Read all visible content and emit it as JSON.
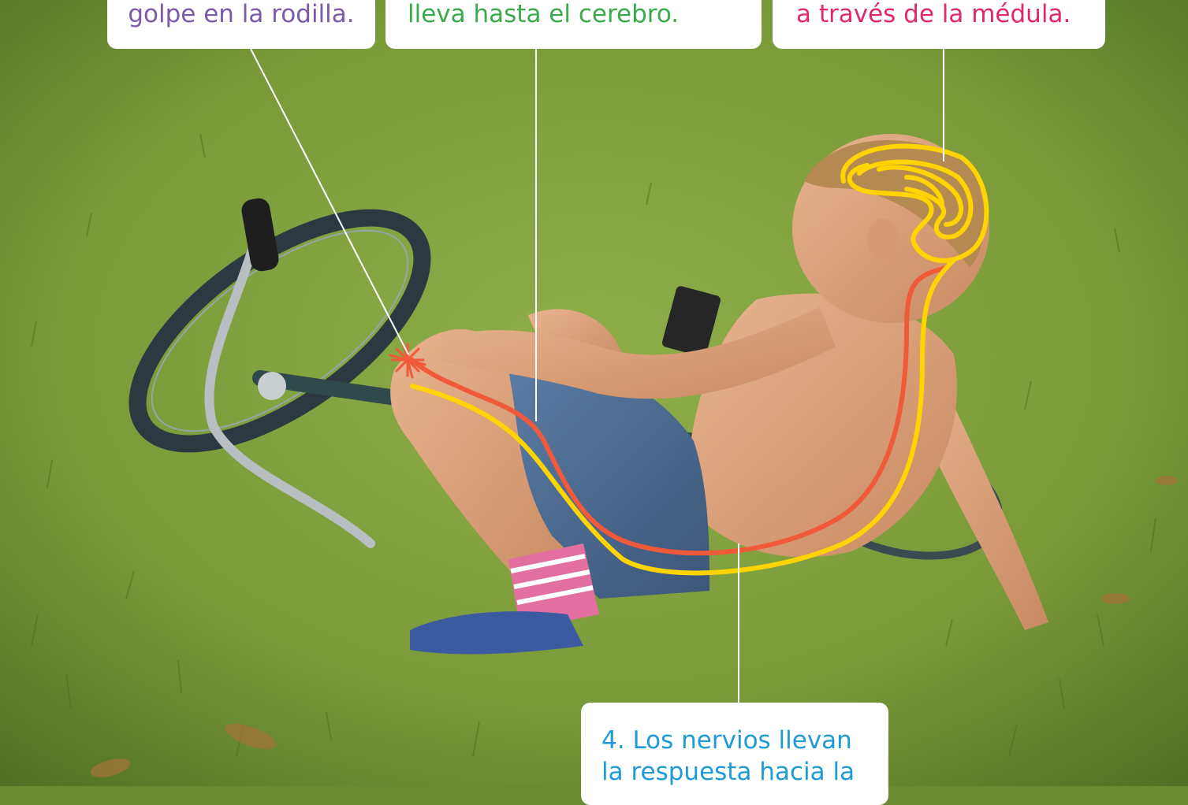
{
  "colors": {
    "grass_light": "#8fae4a",
    "grass_dark": "#4f6e22",
    "sensory_path": "#ffd400",
    "motor_path": "#f05a3a",
    "callout_1_text": "#7d5aa8",
    "callout_2_text": "#3aaa4a",
    "callout_3_text": "#e0266e",
    "callout_4_text": "#1e9ad6",
    "leader_line": "#ffffff"
  },
  "callouts": {
    "c1": {
      "text": "golpe en la rodilla."
    },
    "c2": {
      "text": "lleva hasta el cerebro."
    },
    "c3": {
      "text": "a través de la médula."
    },
    "c4": {
      "number": "4",
      "text": ". Los nervios llevan la respuesta hacia la"
    }
  },
  "illustration": {
    "subject": "boy-fallen-off-bicycle",
    "icons": [
      "impact-star-icon",
      "brain-scribble-icon"
    ]
  }
}
